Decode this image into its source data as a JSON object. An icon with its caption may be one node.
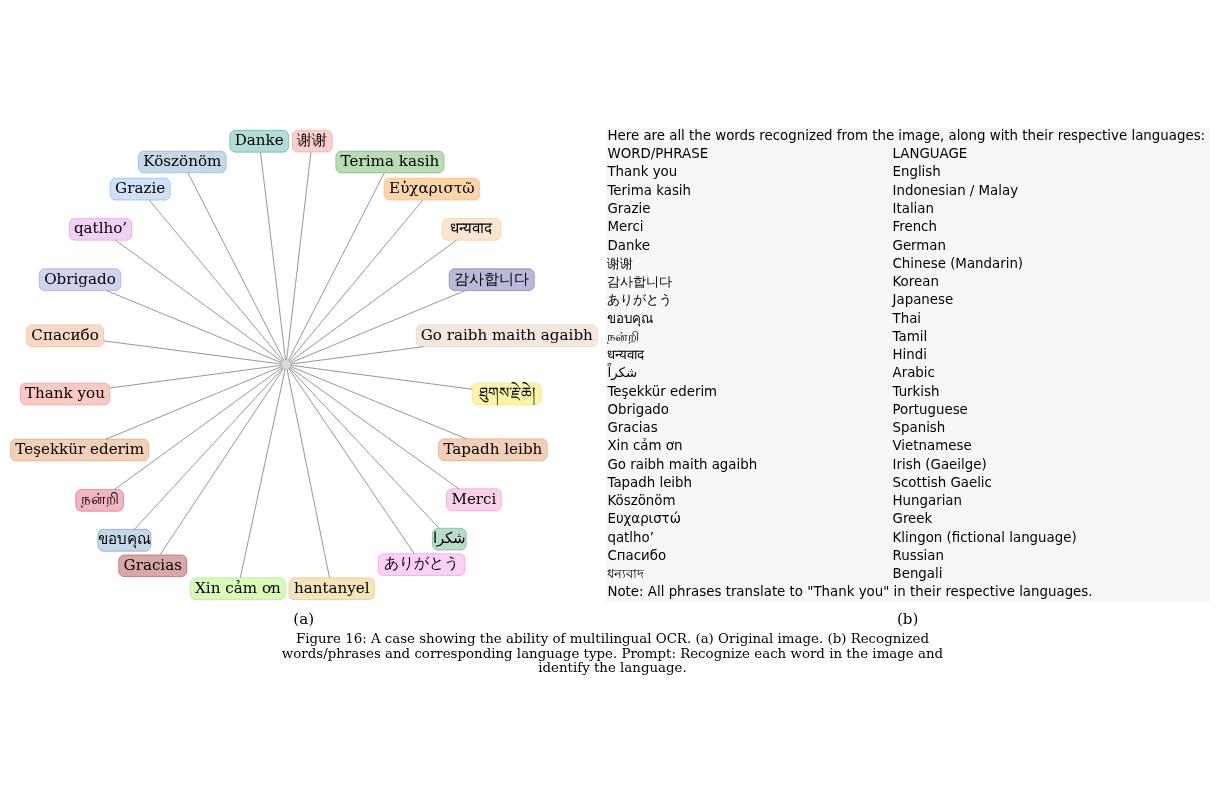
{
  "diagram": {
    "caption": "Figure 16: A case showing the ability of multilingual OCR. (a) Original image. (b) Recognized words/phrases and corresponding language type. Prompt: Recognize each word in the image and identify the language.",
    "nodes": [
      {
        "text": [
          "감사합니다"
        ]
      },
      {
        "text": [
          "धन्यवाद"
        ]
      },
      {
        "text": [
          "Εὐχαριστῶ"
        ]
      },
      {
        "text": [
          "Terima kasih"
        ]
      },
      {
        "text": [
          "谢谢"
        ]
      },
      {
        "text": [
          "Danke"
        ]
      },
      {
        "text": [
          "Köszönöm"
        ]
      },
      {
        "text": [
          "Grazie"
        ]
      },
      {
        "text": [
          "qatlho’"
        ]
      },
      {
        "text": [
          "Obrigado"
        ]
      },
      {
        "text": [
          "Спасибо"
        ]
      },
      {
        "text": [
          "Thank you"
        ]
      },
      {
        "text": [],
        "shape": "circle"
      },
      {
        "text": [
          "நன்றி"
        ]
      },
      {
        "text": [
          "Teşekkür ederim"
        ]
      },
      {
        "text": [
          "ขอบคุณ"
        ]
      },
      {
        "text": [
          "Gracias"
        ]
      },
      {
        "text": [
          "Xin cảm ơn"
        ]
      },
      {
        "text": [
          "hantanyel"
        ]
      },
      {
        "text": [
          "ありがとう"
        ]
      },
      {
        "text": [
          "شکرا"
        ]
      },
      {
        "text": [
          "Merci"
        ]
      },
      {
        "text": [
          "Go raibh maith agaibh"
        ]
      },
      {
        "text": [
          "Tapadh leibh"
        ]
      },
      {
        "text": [
          "ཐུགས་རྗེ་ཆེ།"
        ]
      }
    ],
    "edges": [
      {
        "from": 12,
        "to": 22,
        "arrow": "none"
      },
      {
        "from": 12,
        "to": 0,
        "arrow": "none"
      },
      {
        "from": 12,
        "to": 1,
        "arrow": "none"
      },
      {
        "from": 12,
        "to": 2,
        "arrow": "none"
      },
      {
        "from": 12,
        "to": 3,
        "arrow": "none"
      },
      {
        "from": 12,
        "to": 4,
        "arrow": "none"
      },
      {
        "from": 12,
        "to": 5,
        "arrow": "none"
      },
      {
        "from": 12,
        "to": 6,
        "arrow": "none"
      },
      {
        "from": 12,
        "to": 7,
        "arrow": "none"
      },
      {
        "from": 12,
        "to": 8,
        "arrow": "none"
      },
      {
        "from": 12,
        "to": 9,
        "arrow": "none"
      },
      {
        "from": 12,
        "to": 10,
        "arrow": "none"
      },
      {
        "from": 12,
        "to": 11,
        "arrow": "none"
      },
      {
        "from": 12,
        "to": 13,
        "arrow": "none"
      },
      {
        "from": 12,
        "to": 14,
        "arrow": "none"
      },
      {
        "from": 12,
        "to": 15,
        "arrow": "none"
      },
      {
        "from": 12,
        "to": 16,
        "arrow": "none"
      },
      {
        "from": 12,
        "to": 17,
        "arrow": "none"
      },
      {
        "from": 12,
        "to": 18,
        "arrow": "none"
      },
      {
        "from": 12,
        "to": 19,
        "arrow": "none"
      },
      {
        "from": 12,
        "to": 20,
        "arrow": "none"
      },
      {
        "from": 12,
        "to": 21,
        "arrow": "none"
      },
      {
        "from": 12,
        "to": 23,
        "arrow": "none"
      },
      {
        "from": 12,
        "to": 24,
        "arrow": "none"
      }
    ],
    "labels": [
      "Here are all the words recognized from the image, along with their respective languages:",
      "WORD/PHRASE",
      "LANGUAGE",
      "Thank you",
      "English",
      "Terima kasih",
      "Indonesian / Malay",
      "Grazie",
      "Italian",
      "Merci",
      "French",
      "Danke",
      "German",
      "谢谢",
      "Chinese (Mandarin)",
      "감사합니다",
      "Korean",
      "ありがとう",
      "Japanese",
      "ขอบคุณ",
      "Thai",
      "நன்றி",
      "Tamil",
      "धन्यवाद",
      "Hindi",
      "شكراً",
      "Arabic",
      "Teşekkür ederim",
      "Turkish",
      "Obrigado",
      "Portuguese",
      "Gracias",
      "Spanish",
      "Xin cảm ơn",
      "Vietnamese",
      "Go raibh maith agaibh",
      "Irish (Gaeilge)",
      "Tapadh leibh",
      "Scottish Gaelic",
      "Köszönöm",
      "Hungarian",
      "Ευχαριστώ",
      "Greek",
      "qatlho’",
      "Klingon (fictional language)",
      "Спасибо",
      "Russian",
      "ধন্যবাদ",
      "Bengali",
      "Note: All phrases translate to \"Thank you\" in their respective languages.",
      "(a)",
      "(b)"
    ]
  }
}
